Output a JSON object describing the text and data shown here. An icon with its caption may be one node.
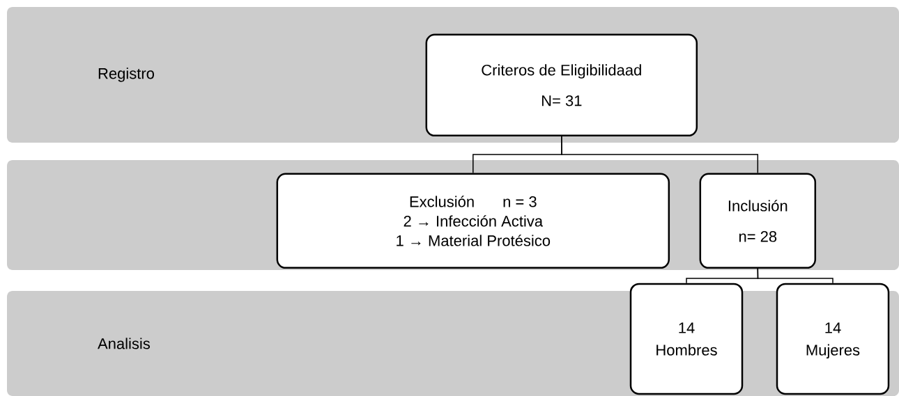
{
  "diagram": {
    "nodes": [
      {
        "text": [
          "Registro"
        ]
      },
      {
        "text": [
          "Criteros de Eligibilidaad",
          "N= 31"
        ],
        "in": 0
      },
      {
        "text": [],
        "shape": "box"
      },
      {
        "text": [
          "Exclusión",
          "n = 3",
          "2 → Infección Activa",
          "1 → Material Protésico"
        ],
        "in": 2
      },
      {
        "text": [
          "Inclusión",
          "n= 28"
        ],
        "in": 2
      },
      {
        "text": [
          "Analisis"
        ]
      },
      {
        "text": [
          "14",
          "Hombres"
        ]
      },
      {
        "text": [
          "14",
          "Mujeres"
        ]
      }
    ],
    "edges": [
      {
        "from": 1,
        "to": 3,
        "arrow": "none"
      },
      {
        "from": 1,
        "to": 4,
        "arrow": "none"
      },
      {
        "from": 4,
        "to": 6,
        "arrow": "none"
      },
      {
        "from": 4,
        "to": 7,
        "arrow": "none"
      }
    ]
  }
}
